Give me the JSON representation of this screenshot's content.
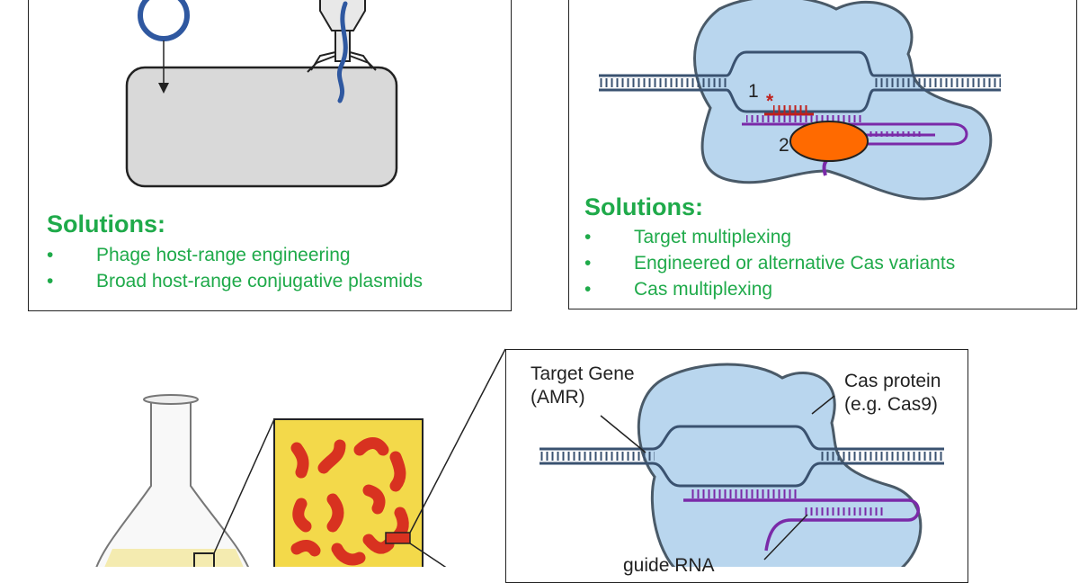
{
  "panel_left": {
    "solutions_title": "Solutions:",
    "bullet": "•",
    "solutions": [
      "Phage host-range engineering",
      "Broad host-range conjugative plasmids"
    ]
  },
  "panel_right": {
    "solutions_title": "Solutions:",
    "bullet": "•",
    "marker_1": "1",
    "marker_2": "2",
    "asterisk": "*",
    "solutions": [
      "Target multiplexing",
      "Engineered or alternative Cas variants",
      "Cas multiplexing"
    ]
  },
  "panel_zoom": {
    "target_gene_label_line1": "Target Gene",
    "target_gene_label_line2": "(AMR)",
    "cas_protein_label_line1": "Cas protein",
    "cas_protein_label_line2": "(e.g. Cas9)",
    "guide_rna_label": "guide RNA"
  },
  "colors": {
    "solution_green": "#1faa4a",
    "cas_blue": "#b9d6ee",
    "dna_navy": "#3a5270",
    "guide_purple": "#7a2aa8",
    "mutation_red": "#c0201c",
    "cas_variant_orange": "#ff6a00",
    "bacteria_red": "#d83220",
    "culture_yellow": "#f3d94a"
  }
}
